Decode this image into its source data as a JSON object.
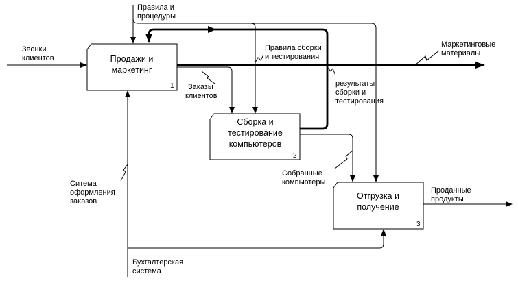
{
  "boxes": [
    {
      "id": "sales",
      "title": [
        "Продажи и",
        "маркетинг"
      ],
      "number": "1"
    },
    {
      "id": "assembly",
      "title": [
        "Сборка и",
        "тестирование",
        "компьютеров"
      ],
      "number": "2"
    },
    {
      "id": "shipping",
      "title": [
        "Отгрузка и",
        "получение"
      ],
      "number": "3"
    }
  ],
  "labels": {
    "rules": [
      "Правила и",
      "процедуры"
    ],
    "calls": [
      "Звонки",
      "клиентов"
    ],
    "marketing_materials": [
      "Маркетинговые",
      "материалы"
    ],
    "assembly_rules": [
      "Правила сборки",
      "и тестирования"
    ],
    "results": [
      "результаты",
      "сборки и",
      "тестирования"
    ],
    "orders": [
      "Заказы",
      "клиентов"
    ],
    "assembled": [
      "Собранные",
      "компьютеры"
    ],
    "sold": [
      "Проданные",
      "продукты"
    ],
    "order_system": [
      "Ситема",
      "оформления",
      "заказов"
    ],
    "accounting": [
      "Бухгалтерская",
      "система"
    ]
  }
}
